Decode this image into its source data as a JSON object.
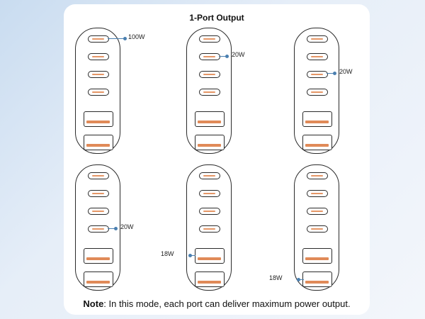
{
  "title": "1-Port Output",
  "note": {
    "label": "Note",
    "text": ": In this mode, each port can deliver maximum power output."
  },
  "callouts": {
    "c1": "100W",
    "c2": "20W",
    "c3": "20W",
    "c4": "20W",
    "c5": "18W",
    "c6": "18W"
  },
  "colors": {
    "port_accent": "#e08a58",
    "callout_line": "#4a7fb0"
  }
}
